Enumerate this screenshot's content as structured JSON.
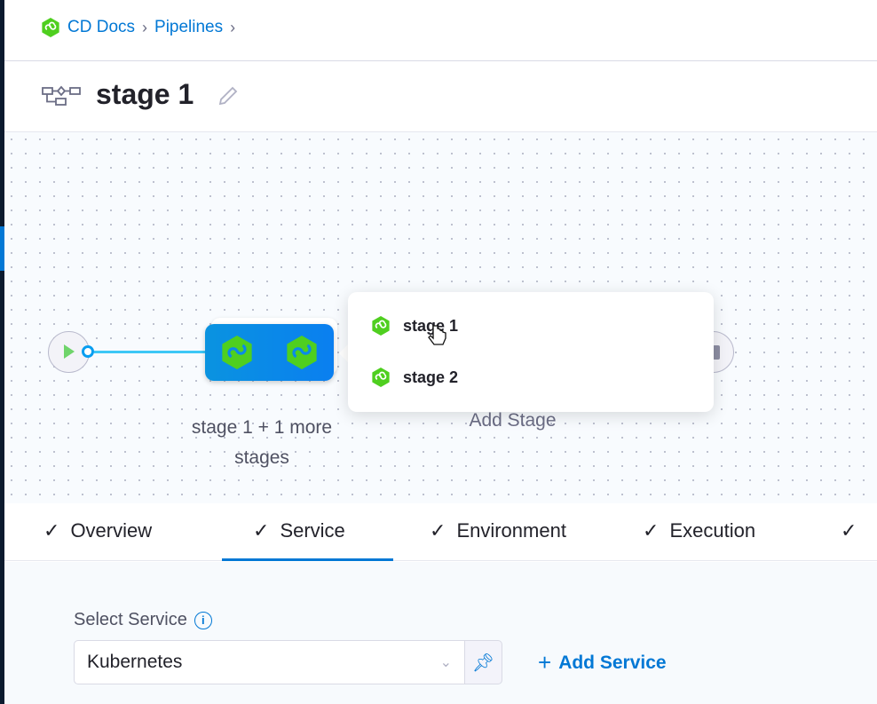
{
  "breadcrumb": {
    "items": [
      "CD Docs",
      "Pipelines"
    ]
  },
  "header": {
    "title": "stage 1"
  },
  "canvas": {
    "group_label": "stage 1 + 1 more stages",
    "add_stage": "Add Stage",
    "popover": {
      "items": [
        "stage 1",
        "stage 2"
      ]
    }
  },
  "tabs": [
    {
      "label": "Overview",
      "done": true
    },
    {
      "label": "Service",
      "done": true,
      "active": true
    },
    {
      "label": "Environment",
      "done": true
    },
    {
      "label": "Execution",
      "done": true
    }
  ],
  "service": {
    "label": "Select Service",
    "value": "Kubernetes",
    "add_label": "Add Service"
  },
  "colors": {
    "accent": "#0278d5",
    "stage_green": "#47d21e"
  }
}
